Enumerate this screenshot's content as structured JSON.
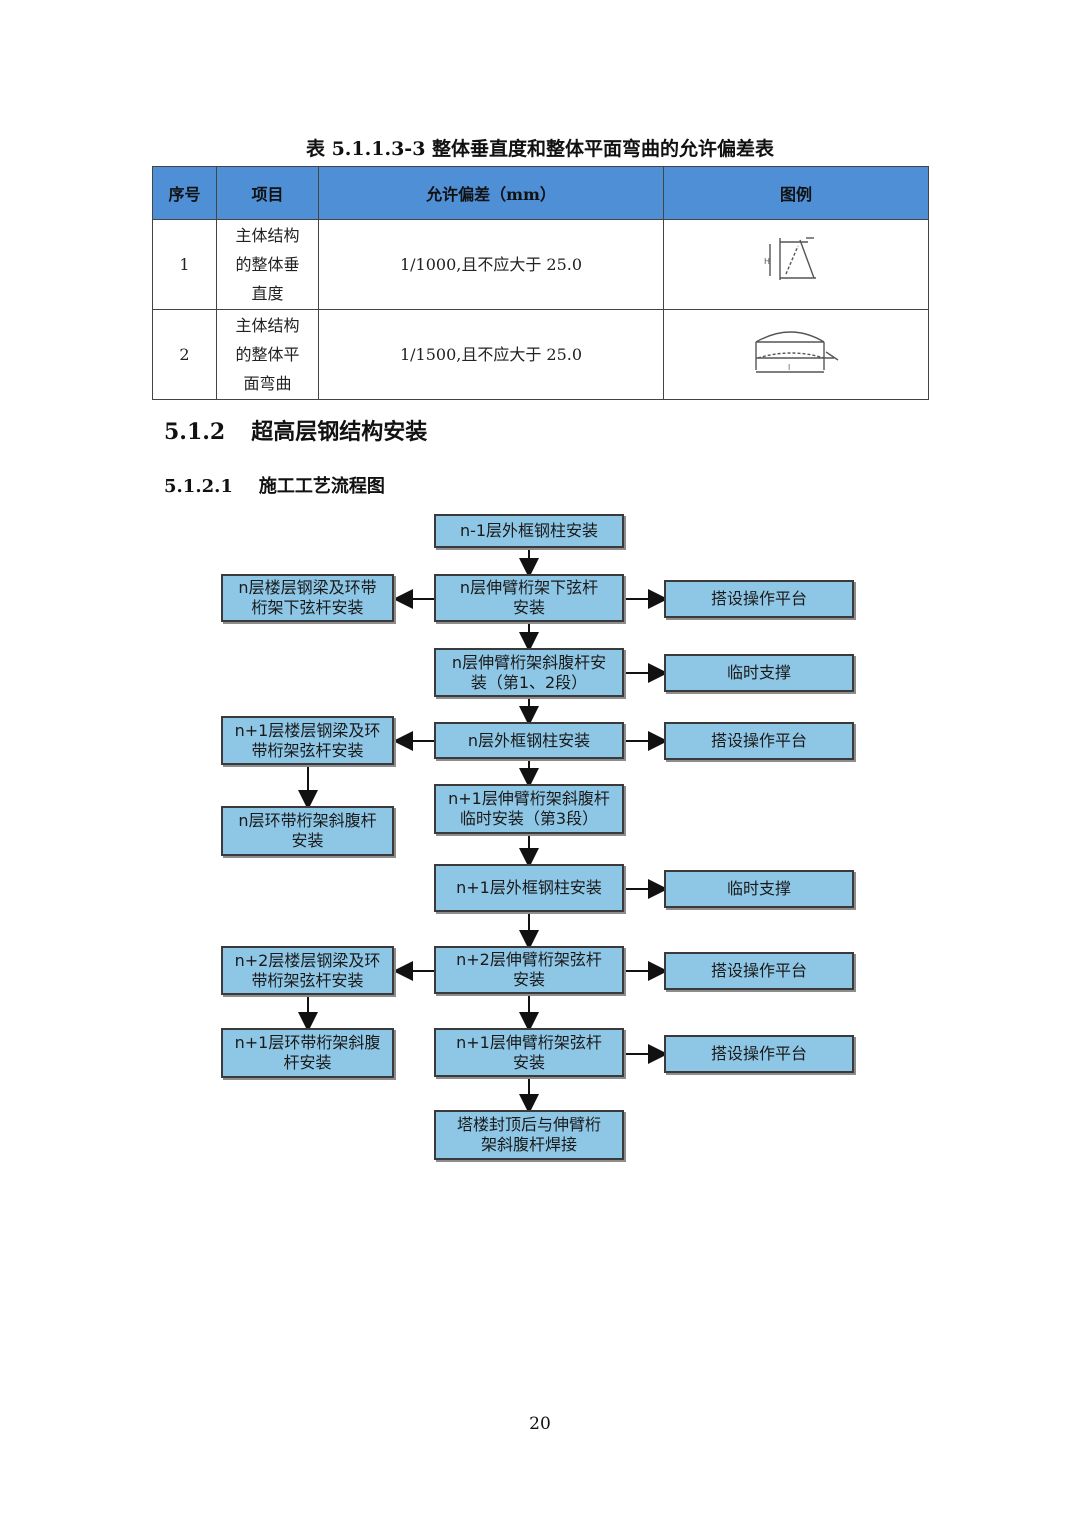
{
  "table": {
    "title": "表 5.1.1.3-3  整体垂直度和整体平面弯曲的允许偏差表",
    "headers": [
      "序号",
      "项目",
      "允许偏差（mm）",
      "图例"
    ],
    "rows": [
      {
        "no": "1",
        "item": "主体结构\n的整体垂\n直度",
        "tolerance": "1/1000,且不应大于  25.0",
        "figure": "vertical-deviation-diagram"
      },
      {
        "no": "2",
        "item": "主体结构\n的整体平\n面弯曲",
        "tolerance": "1/1500,且不应大于  25.0",
        "figure": "plane-bending-diagram"
      }
    ]
  },
  "section": {
    "num": "5.1.2",
    "title": "超高层钢结构安装"
  },
  "subsection": {
    "num": "5.1.2.1",
    "title": "施工工艺流程图"
  },
  "flow": {
    "main": [
      "n-1层外框钢柱安装",
      "n层伸臂桁架下弦杆\n安装",
      "n层伸臂桁架斜腹杆安\n装（第1、2段）",
      "n层外框钢柱安装",
      "n+1层伸臂桁架斜腹杆\n临时安装（第3段）",
      "n+1层外框钢柱安装",
      "n+2层伸臂桁架弦杆\n安装",
      "n+1层伸臂桁架弦杆\n安装",
      "塔楼封顶后与伸臂桁\n架斜腹杆焊接"
    ],
    "left": [
      "n层楼层钢梁及环带\n桁架下弦杆安装",
      "n+1层楼层钢梁及环\n带桁架弦杆安装",
      "n层环带桁架斜腹杆\n安装",
      "n+2层楼层钢梁及环\n带桁架弦杆安装",
      "n+1层环带桁架斜腹\n杆安装"
    ],
    "right": [
      "搭设操作平台",
      "临时支撑",
      "搭设操作平台",
      "临时支撑",
      "搭设操作平台",
      "搭设操作平台"
    ]
  },
  "page_number": "20"
}
